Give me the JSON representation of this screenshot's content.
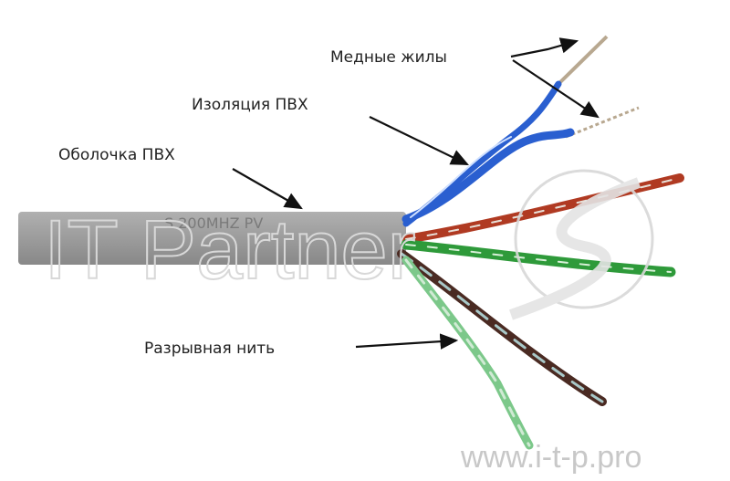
{
  "labels": {
    "copper_cores": "Медные жилы",
    "pvc_insulation": "Изоляция ПВХ",
    "pvc_jacket": "Оболочка ПВХ",
    "rip_cord": "Разрывная нить"
  },
  "watermark": {
    "brand": "IT Partner",
    "url": "www.i-t-p.pro"
  },
  "colors": {
    "jacket": "#9a9a9a",
    "blue_pair": "#2a5fd0",
    "orange_pair": "#b03a22",
    "green_pair": "#2e9a3a",
    "brown_pair": "#4a2a22",
    "copper": "#b8a890"
  }
}
